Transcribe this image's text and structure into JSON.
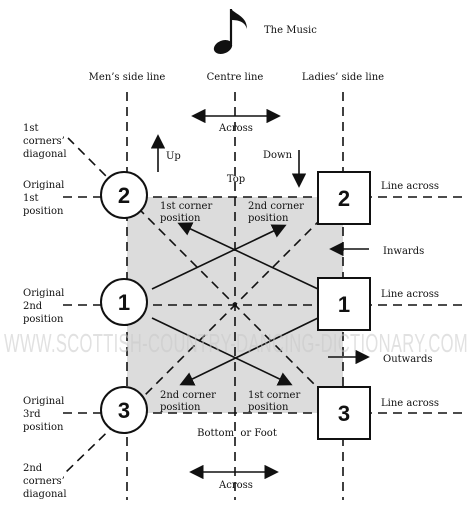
{
  "music": {
    "label": "The Music"
  },
  "lines": {
    "men_side": "Men’s side line",
    "centre": "Centre line",
    "ladies_side": "Ladies’ side line"
  },
  "directions": {
    "across_top": "Across",
    "up": "Up",
    "down": "Down",
    "top": "Top",
    "inwards": "Inwards",
    "outwards": "Outwards",
    "bottom": "Bottom  or Foot",
    "across_bottom": "Across"
  },
  "left_labels": {
    "first_diag": [
      "1st",
      "corners’",
      "diagonal"
    ],
    "orig1": [
      "Original",
      "1st",
      "position"
    ],
    "orig2": [
      "Original",
      "2nd",
      "position"
    ],
    "orig3": [
      "Original",
      "3rd",
      "position"
    ],
    "second_diag": [
      "2nd",
      "corners’",
      "diagonal"
    ]
  },
  "right_labels": {
    "line1": "Line across",
    "line2": "Line across",
    "line3": "Line across"
  },
  "corner_positions": {
    "tl": [
      "1st corner",
      "position"
    ],
    "tr": [
      "2nd corner",
      "position"
    ],
    "bl": [
      "2nd corner",
      "position"
    ],
    "br": [
      "1st corner",
      "position"
    ]
  },
  "dancers": {
    "men": [
      "2",
      "1",
      "3"
    ],
    "ladies": [
      "2",
      "1",
      "3"
    ]
  },
  "watermark": "WWW.SCOTTISH-COUNTRY-DANCING-DICTIONARY.COM"
}
